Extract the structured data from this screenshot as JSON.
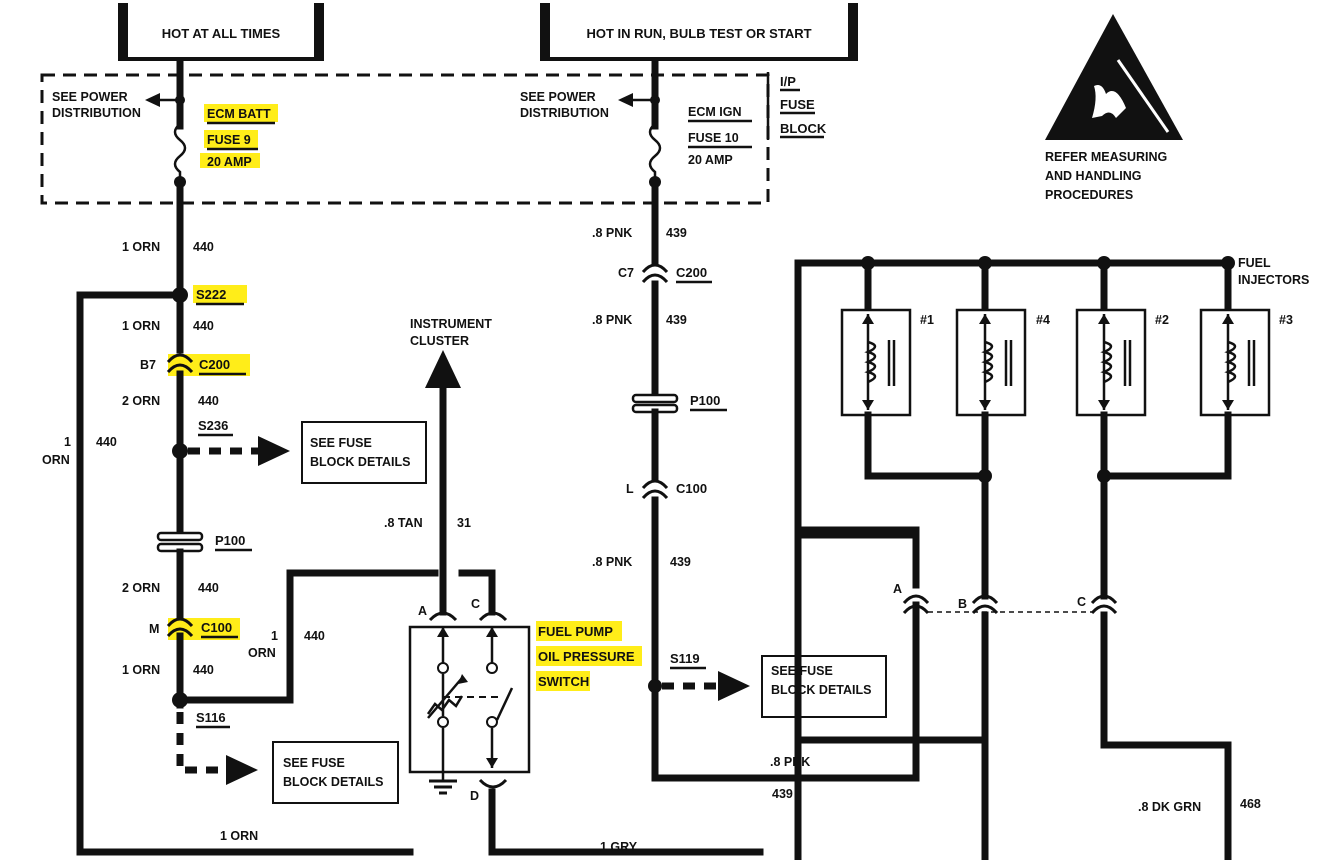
{
  "top_boxes": {
    "hot_always": "HOT AT ALL TIMES",
    "hot_run": "HOT IN RUN, BULB TEST OR START"
  },
  "esd": {
    "caption_line1": "REFER MEASURING",
    "caption_line2": "AND HANDLING",
    "caption_line3": "PROCEDURES"
  },
  "fuse_block": {
    "label_line1": "I/P",
    "label_line2": "FUSE",
    "label_line3": "BLOCK",
    "left_ref_line1": "SEE POWER",
    "left_ref_line2": "DISTRIBUTION",
    "right_ref_line1": "SEE POWER",
    "right_ref_line2": "DISTRIBUTION",
    "fuse9_name": "ECM BATT",
    "fuse9_number": "FUSE 9",
    "fuse9_rating": "20 AMP",
    "fuse10_name": "ECM IGN",
    "fuse10_number": "FUSE 10",
    "fuse10_rating": "20 AMP"
  },
  "left_circuit": {
    "w1_gauge": "1 ORN",
    "w1_circuit": "440",
    "splice_s222": "S222",
    "w2_gauge": "1 ORN",
    "w2_circuit": "440",
    "c200_pin": "B7",
    "c200": "C200",
    "w3_gauge": "2 ORN",
    "w3_circuit": "440",
    "splice_s236": "S236",
    "p100": "P100",
    "w4_gauge": "2 ORN",
    "w4_circuit": "440",
    "c100_pin": "M",
    "c100": "C100",
    "w5_gauge": "1 ORN",
    "w5_circuit": "440",
    "splice_s116": "S116",
    "outer_gauge_1": "1",
    "outer_gauge_2": "ORN",
    "outer_circuit": "440",
    "mid_gauge_1": "1",
    "mid_gauge_2": "ORN",
    "mid_circuit": "440",
    "bottom_gauge": "1 ORN"
  },
  "ref_boxes": {
    "s236_line1": "SEE FUSE",
    "s236_line2": "BLOCK DETAILS",
    "s116_line1": "SEE FUSE",
    "s116_line2": "BLOCK DETAILS",
    "s119_line1": "SEE FUSE",
    "s119_line2": "BLOCK DETAILS"
  },
  "switch": {
    "cluster_line1": "INSTRUMENT",
    "cluster_line2": "CLUSTER",
    "tan_gauge": ".8 TAN",
    "tan_circuit": "31",
    "pin_a": "A",
    "pin_c": "C",
    "pin_d": "D",
    "name_line1": "FUEL PUMP",
    "name_line2": "OIL PRESSURE",
    "name_line3": "SWITCH",
    "gry_gauge": "1 GRY"
  },
  "right_circuit": {
    "w1_gauge": ".8 PNK",
    "w1_circuit": "439",
    "c200_pin": "C7",
    "c200": "C200",
    "w2_gauge": ".8 PNK",
    "w2_circuit": "439",
    "p100": "P100",
    "c100_pin": "L",
    "c100": "C100",
    "w3_gauge": ".8 PNK",
    "w3_circuit": "439",
    "splice_s119": "S119",
    "bottom_gauge": ".8 PNK",
    "bottom_circuit": "439"
  },
  "injectors": {
    "label_line1": "FUEL",
    "label_line2": "INJECTORS",
    "inj1": "#1",
    "inj4": "#4",
    "inj2": "#2",
    "inj3": "#3",
    "pin_a": "A",
    "pin_b": "B",
    "pin_c": "C",
    "green_gauge": ".8 DK GRN",
    "green_circuit": "468"
  },
  "colors": {
    "wire": "#111111",
    "highlight": "#ffeb00",
    "background": "#ffffff"
  }
}
